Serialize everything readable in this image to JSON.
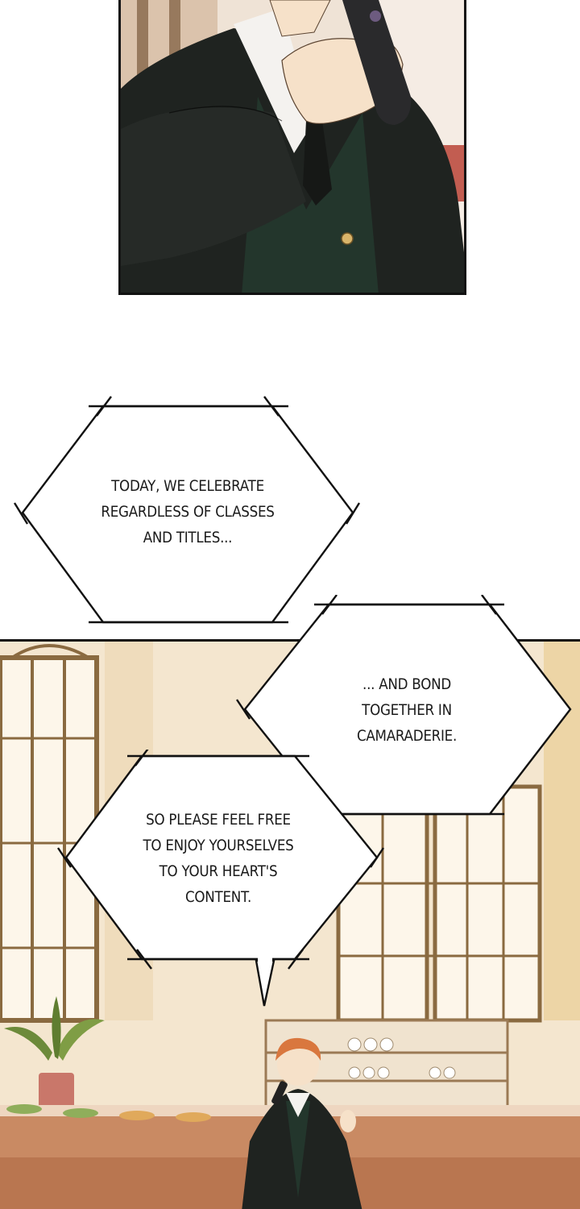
{
  "panels": {
    "top": {
      "description": ""
    },
    "bottom": {
      "description": ""
    }
  },
  "bubbles": [
    {
      "text": "TODAY, WE CELEBRATE\nREGARDLESS OF CLASSES\nAND TITLES..."
    },
    {
      "text": "... AND BOND\nTOGETHER IN\nCAMARADERIE."
    },
    {
      "text": "SO PLEASE FEEL FREE\nTO ENJOY YOURSELVES\nTO YOUR HEART'S\nCONTENT."
    }
  ],
  "colors": {
    "suit": "#1f2320",
    "vest": "#23362c",
    "shirt": "#f4f2ef",
    "skin": "#f6e1c9",
    "hair": "#d9773e",
    "hall": "#f4e6cf",
    "window_frame": "#8a6a40",
    "counter": "#c98a63"
  }
}
